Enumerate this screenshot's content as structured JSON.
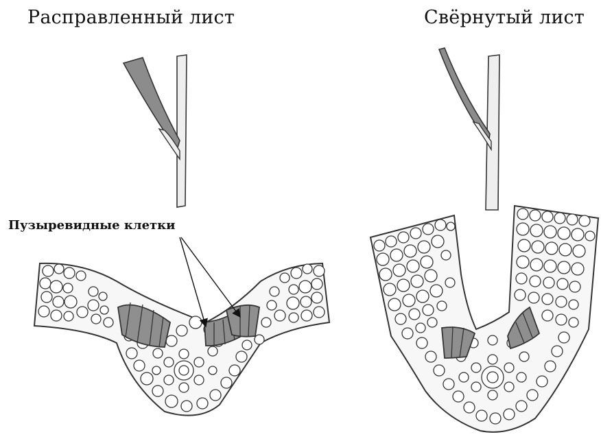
{
  "captions": {
    "unrolled": "Расправленный лист",
    "rolled": "Свёрнутый лист"
  },
  "annotation": {
    "bulliform": "Пузыревидные клетки"
  },
  "colors": {
    "bulliform_fill": "#8f8f8f",
    "outline": "#333333",
    "stem_fill": "#efefef",
    "blade_fill": "#8c8c8c"
  }
}
